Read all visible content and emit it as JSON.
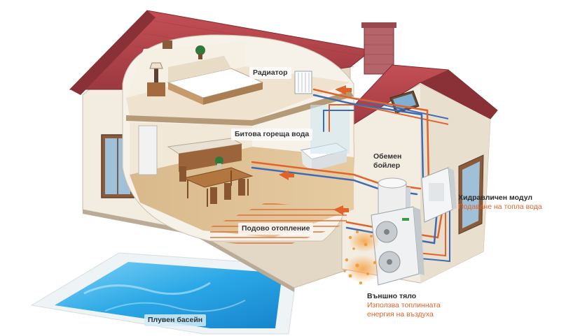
{
  "labels": {
    "radiator": "Радиатор",
    "hot_water": "Битова гореща вода",
    "boiler_line1": "Обемен",
    "boiler_line2": "бойлер",
    "hydro_title": "Хидравличен модул",
    "hydro_sub": "Подаване на топла вода",
    "floor_heating": "Подово отопление",
    "outdoor_title": "Външно тяло",
    "outdoor_sub_line1": "Използва топлинната",
    "outdoor_sub_line2": "енергия на въздуха",
    "pool": "Плувен басейн"
  },
  "colors": {
    "roof": "#b5434a",
    "wall": "#f3ece0",
    "wall_shade": "#e3d8c6",
    "pipe_hot": "#e0642a",
    "pipe_cold": "#3f6bb5",
    "accent_text": "#e0642a",
    "pool_water": "#2aa7e6"
  }
}
